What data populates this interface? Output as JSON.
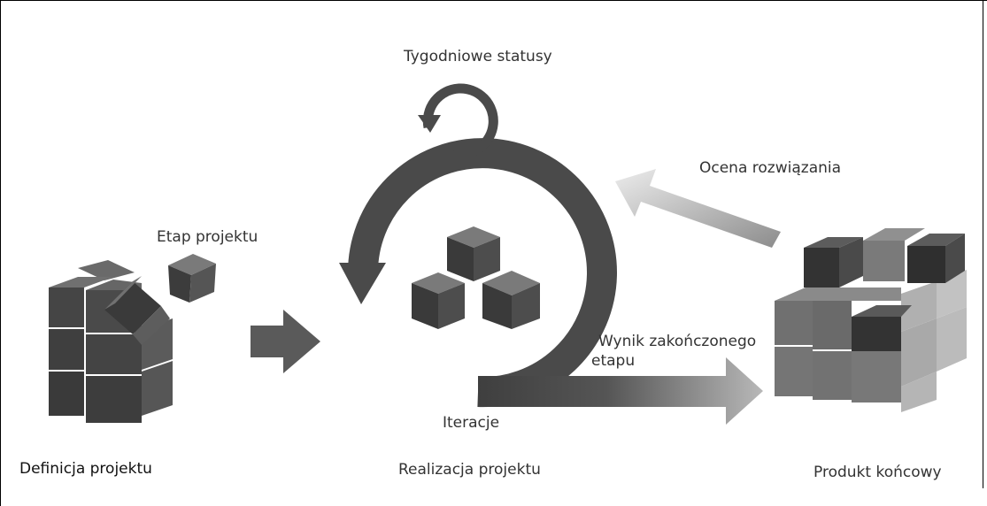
{
  "labels": {
    "weekly_status": "Tygodniowe statusy",
    "solution_review": "Ocena rozwiązania",
    "project_stage": "Etap projektu",
    "stage_result_line1": "Wynik zakończonego",
    "stage_result_line2": "etapu",
    "iterations": "Iteracje",
    "project_definition": "Definicja projektu",
    "project_realization": "Realizacja projektu",
    "final_product": "Produkt końcowy"
  }
}
